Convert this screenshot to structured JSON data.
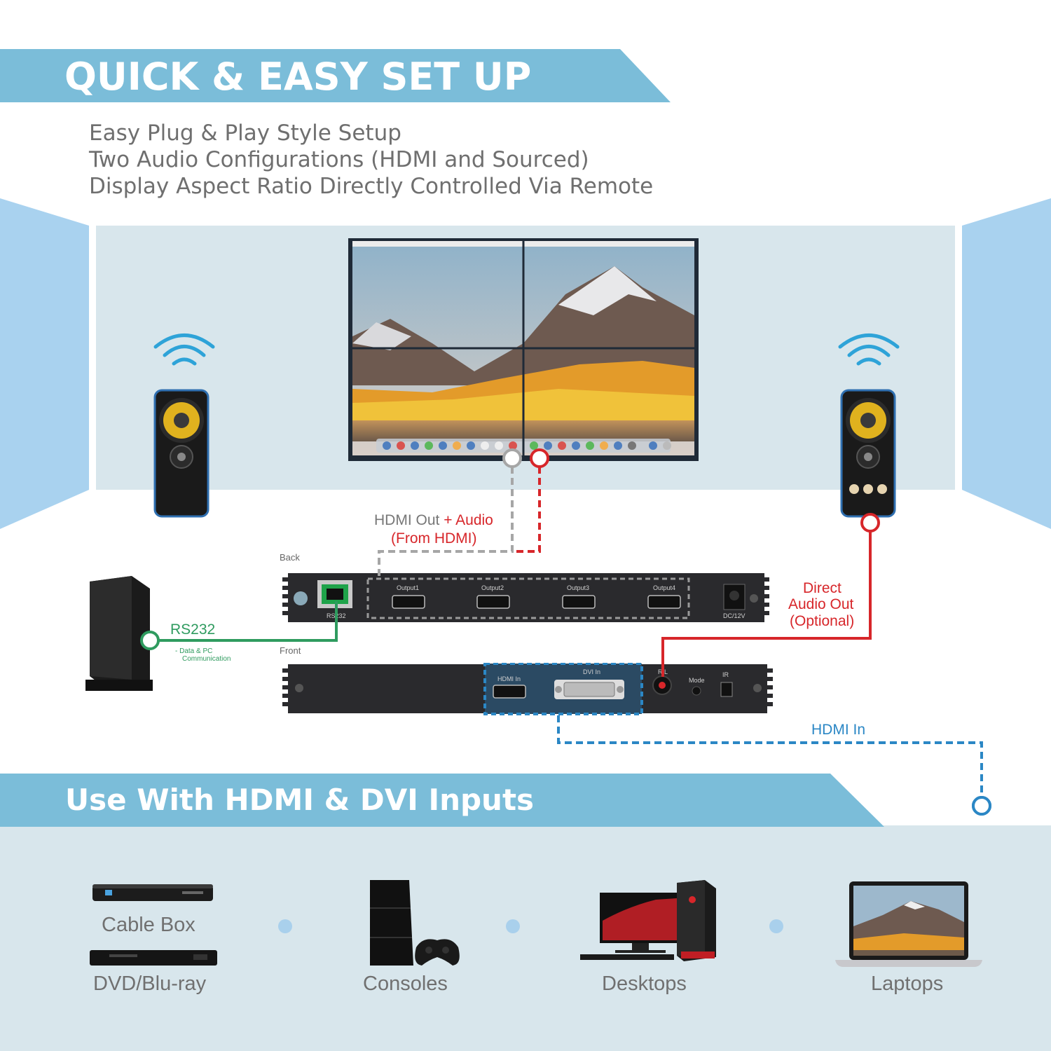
{
  "header": {
    "title": "QUICK & EASY SET UP",
    "features": [
      "Easy Plug & Play Style Setup",
      "Two Audio Configurations (HDMI and Sourced)",
      "Display Aspect Ratio Directly Controlled Via Remote"
    ]
  },
  "diagram": {
    "hdmi_out_label": "HDMI Out",
    "plus_audio_label": "+ Audio",
    "from_hdmi_label": "(From HDMI)",
    "direct_audio_label": [
      "Direct",
      "Audio Out",
      "(Optional)"
    ],
    "rs232_label": "RS232",
    "rs232_note": [
      "- Data & PC",
      "Communication"
    ],
    "hdmi_in_label": "HDMI In",
    "back_label": "Back",
    "front_label": "Front",
    "back_ports": [
      "Output1",
      "Output2",
      "Output3",
      "Output4"
    ],
    "rs232_port_label": "RS232",
    "dc_label": "DC/12V",
    "front_ports": {
      "hdmi_in": "HDMI In",
      "dvi_in": "DVI In",
      "rl": "R/L",
      "mode": "Mode",
      "ir": "IR"
    },
    "colors": {
      "hdmi_line": "#a6a6a6",
      "audio_line": "#d7262a",
      "rs232_line": "#2f9b5f",
      "input_line": "#2b87c5"
    }
  },
  "inputs_section": {
    "title": "Use With HDMI & DVI Inputs",
    "devices": [
      {
        "label": "Cable Box",
        "icon": "cable-box-icon"
      },
      {
        "label": "DVD/Blu-ray",
        "icon": "dvd-player-icon"
      },
      {
        "label": "Consoles",
        "icon": "game-console-icon"
      },
      {
        "label": "Desktops",
        "icon": "desktop-pc-icon"
      },
      {
        "label": "Laptops",
        "icon": "laptop-icon"
      }
    ]
  }
}
